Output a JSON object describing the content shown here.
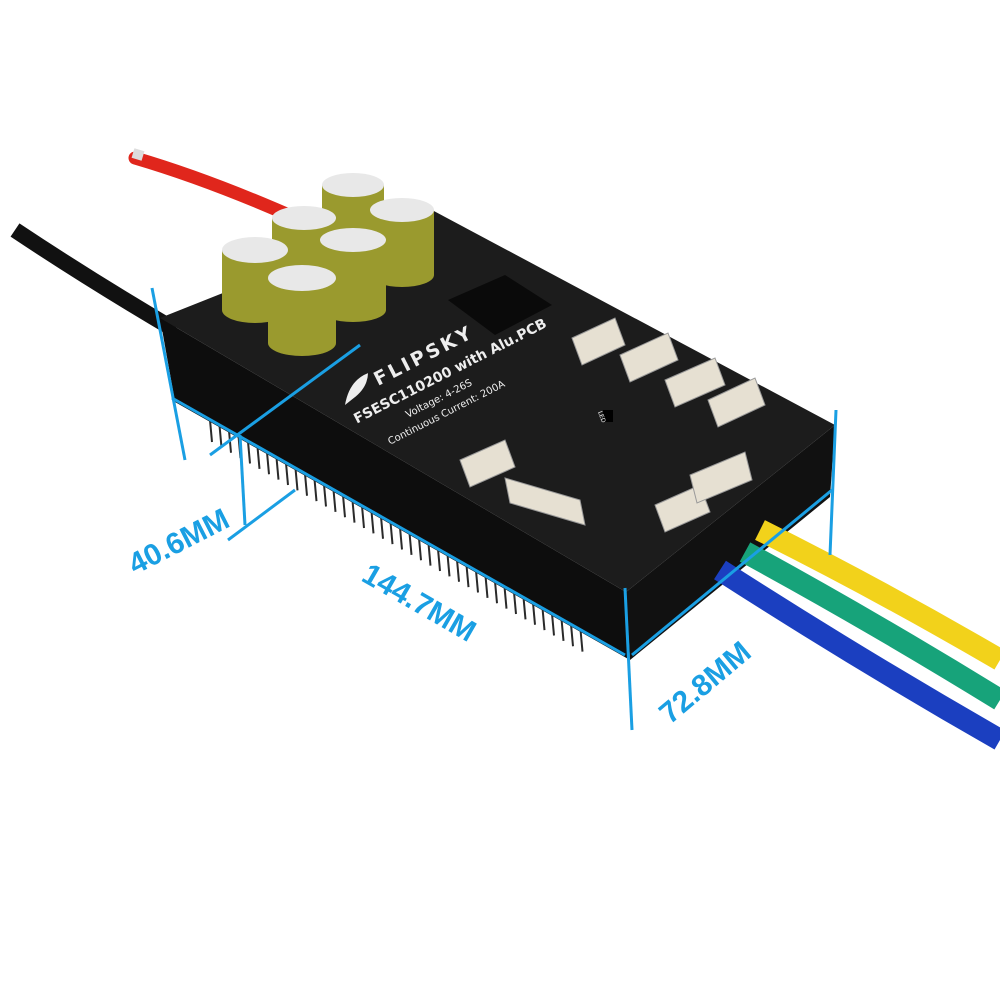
{
  "product": {
    "brand": "FLIPSKY",
    "model": "FSESC110200 with Alu.PCB",
    "voltage": "Voltage: 4-26S",
    "current": "Continuous Current: 200A",
    "led_label": "LED"
  },
  "dimensions": {
    "height": "40.6MM",
    "length": "144.7MM",
    "width": "72.8MM"
  },
  "colors": {
    "dimension_line": "#1a9fe3",
    "case": "#151515",
    "capacitor": "#9a9a2e",
    "wire_red": "#e0261c",
    "wire_black": "#111111",
    "wire_yellow": "#f2d21b",
    "wire_green": "#17a37a",
    "wire_blue": "#1b3fc0"
  }
}
